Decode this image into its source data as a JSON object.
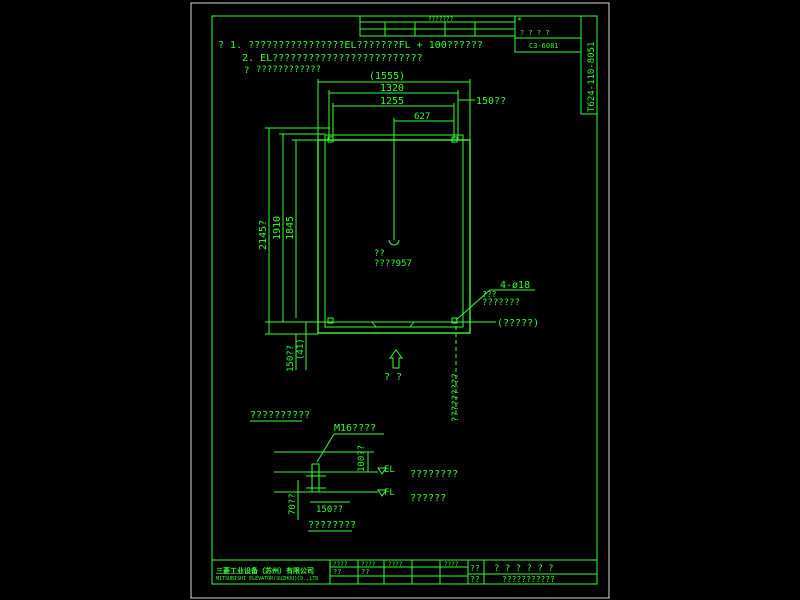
{
  "colors": {
    "background": "#000000",
    "line": "#33ff33",
    "outline": "#d8d8d8"
  },
  "notes": {
    "line1": "? 1. ????????????????EL???????FL + 100??????",
    "line2": "2. EL?????????????????????????",
    "line3": "????????????",
    "note_mark": "?"
  },
  "title_block": {
    "top_small": "???????",
    "star": "*",
    "code_row": "? ? ? ?",
    "code": "C3-6081",
    "drawing_no": "T624-110-8051",
    "company_cn": "三菱工业设备（苏州）有限公司",
    "company_en": "MITSUBISHI ELEVATOR(SUZHOU)CO.,LTD",
    "col1": "????",
    "col2": "????",
    "col3": "????",
    "col4": "????",
    "cell1": "??",
    "cell2": "??",
    "right_label1": "??",
    "right_label2": "??",
    "right_row1": "? ? ? ? ? ?",
    "right_row2": "???????????"
  },
  "dims": {
    "d1555": "(1555)",
    "d1320": "1320",
    "d1255": "1255",
    "d150_top": "150??",
    "d627": "627",
    "d2145": "2145?",
    "d1910": "1910",
    "d1845": "1845",
    "d150_bot": "150??",
    "d41": "(41)"
  },
  "labels": {
    "center_a": "??",
    "center_b": "????957",
    "hole": "4-ø18",
    "hole_desc_a": "???",
    "hole_desc_b": "???????",
    "paren": "(?????)",
    "entrance": "? ?",
    "vertical_text": "?????????"
  },
  "detail": {
    "title": "??????????",
    "m16": "M16????",
    "d100": "100??",
    "el": "EL",
    "el_text": "????????",
    "fl": "FL",
    "fl_text": "??????",
    "d70": "70??",
    "d150": "150??",
    "caption": "????????"
  }
}
